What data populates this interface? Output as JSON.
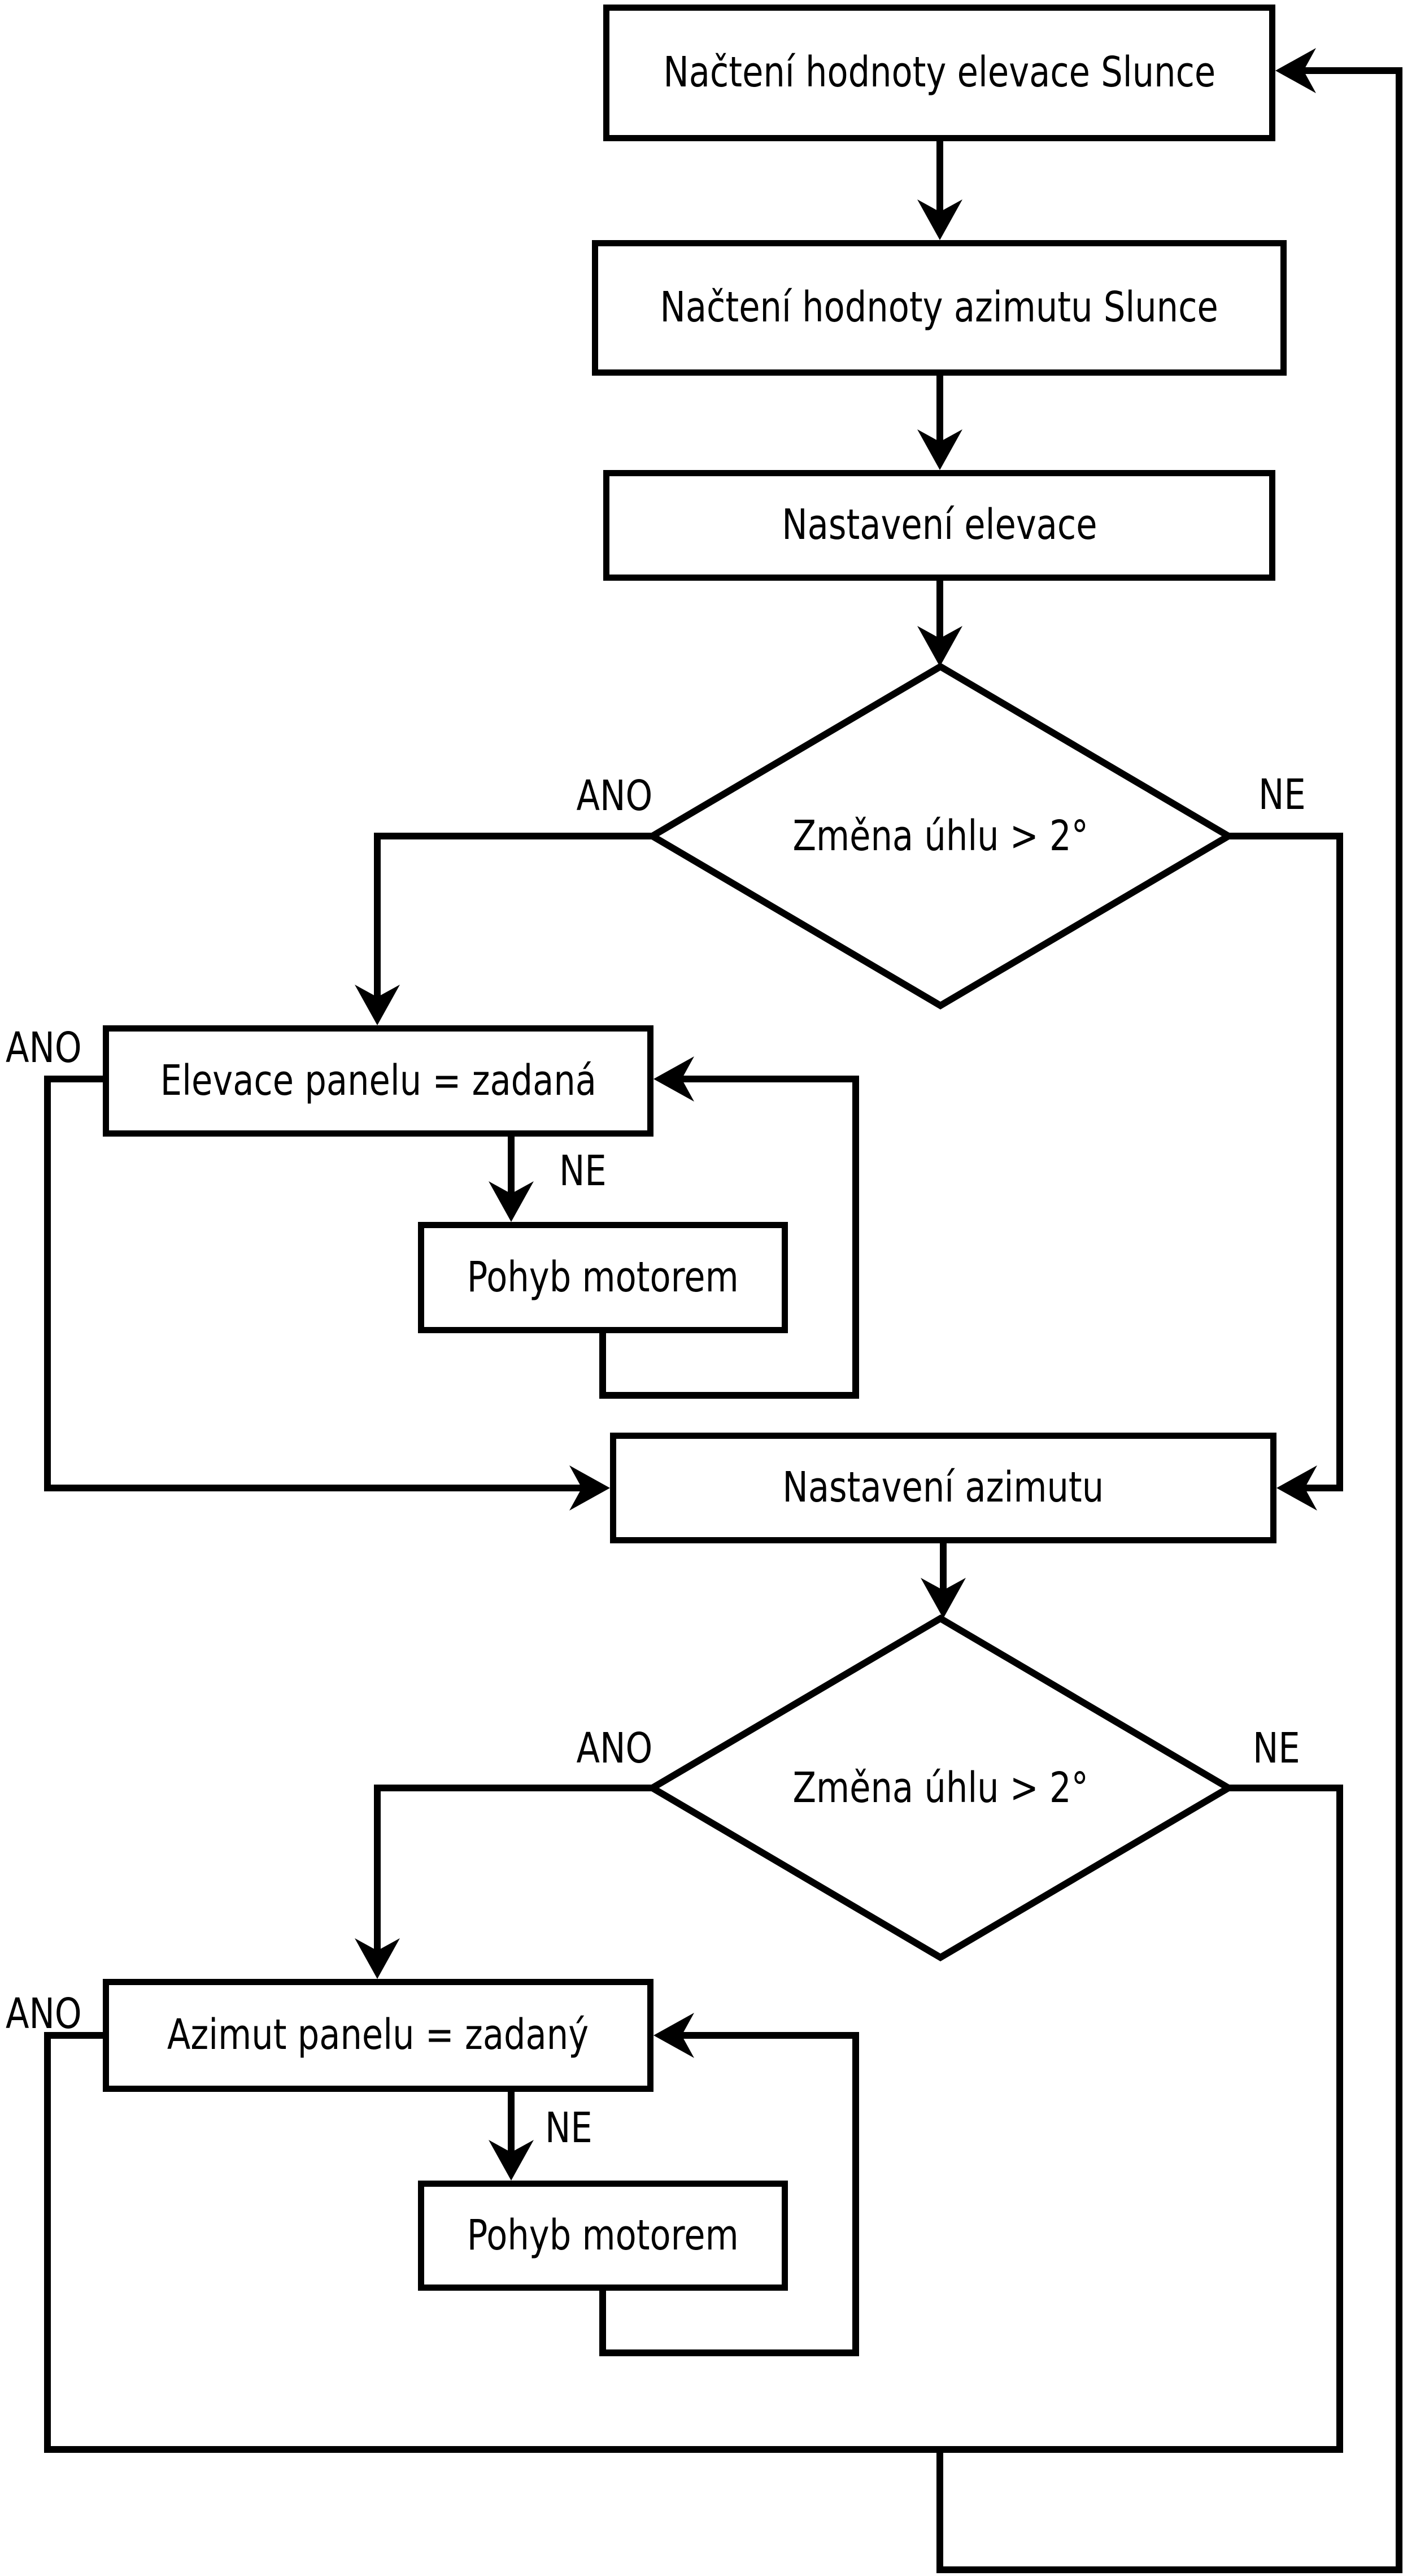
{
  "diagram": {
    "type": "flowchart",
    "language": "cs",
    "colors": {
      "line": "#000000",
      "background": "#ffffff",
      "text": "#000000"
    },
    "nodes": {
      "read_elevation": {
        "label": "Načtení hodnoty elevace Slunce",
        "shape": "rectangle"
      },
      "read_azimuth": {
        "label": "Načtení hodnoty azimutu Slunce",
        "shape": "rectangle"
      },
      "set_elevation": {
        "label": "Nastavení elevace",
        "shape": "rectangle"
      },
      "elevation_decision": {
        "label": "Změna úhlu > 2°",
        "shape": "diamond"
      },
      "elevation_panel_equal": {
        "label": "Elevace panelu = zadaná",
        "shape": "rectangle"
      },
      "motor_move_1": {
        "label": "Pohyb motorem",
        "shape": "rectangle"
      },
      "set_azimuth": {
        "label": "Nastavení azimutu",
        "shape": "rectangle"
      },
      "azimuth_decision": {
        "label": "Změna úhlu > 2°",
        "shape": "diamond"
      },
      "azimuth_panel_equal": {
        "label": "Azimut panelu = zadaný",
        "shape": "rectangle"
      },
      "motor_move_2": {
        "label": "Pohyb motorem",
        "shape": "rectangle"
      }
    },
    "edge_labels": {
      "elevation_decision_yes": "ANO",
      "elevation_decision_no": "NE",
      "elevation_loop_yes": "ANO",
      "elevation_loop_no": "NE",
      "azimuth_decision_yes": "ANO",
      "azimuth_decision_no": "NE",
      "azimuth_loop_yes": "ANO",
      "azimuth_loop_no": "NE"
    }
  }
}
